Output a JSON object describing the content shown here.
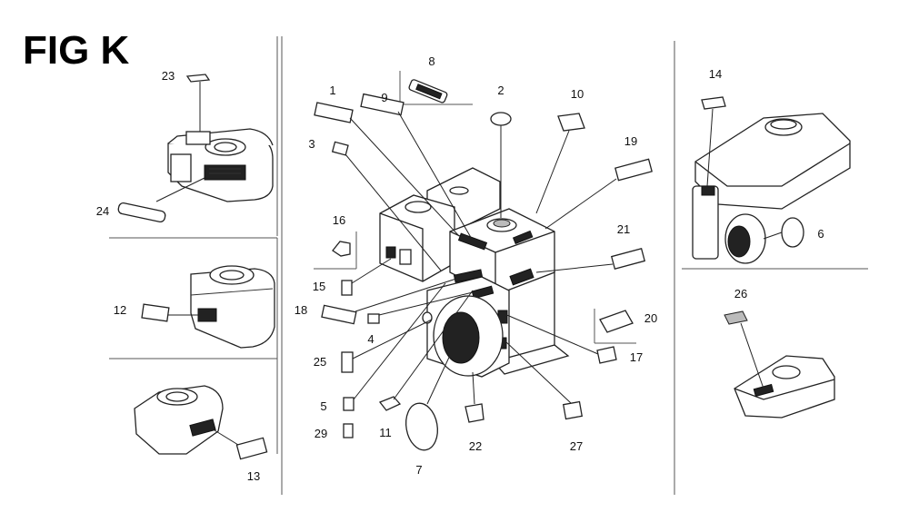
{
  "figure": {
    "title": "FIG K"
  },
  "callouts": [
    {
      "id": "1"
    },
    {
      "id": "2"
    },
    {
      "id": "3"
    },
    {
      "id": "4"
    },
    {
      "id": "5"
    },
    {
      "id": "6"
    },
    {
      "id": "7"
    },
    {
      "id": "8"
    },
    {
      "id": "9"
    },
    {
      "id": "10"
    },
    {
      "id": "11"
    },
    {
      "id": "12"
    },
    {
      "id": "13"
    },
    {
      "id": "14"
    },
    {
      "id": "15"
    },
    {
      "id": "16"
    },
    {
      "id": "17"
    },
    {
      "id": "18"
    },
    {
      "id": "19"
    },
    {
      "id": "20"
    },
    {
      "id": "21"
    },
    {
      "id": "22"
    },
    {
      "id": "23"
    },
    {
      "id": "24"
    },
    {
      "id": "25"
    },
    {
      "id": "26"
    },
    {
      "id": "27"
    },
    {
      "id": "29"
    }
  ]
}
